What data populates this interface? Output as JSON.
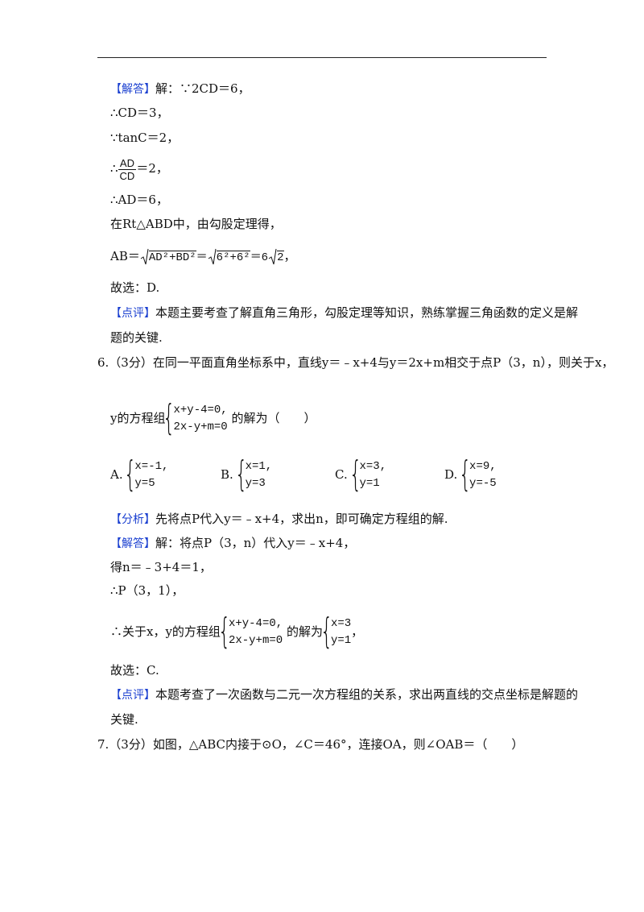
{
  "header": {
    "rule": true
  },
  "q5": {
    "answer_tag": "【解答】",
    "line1": "解：∵2CD＝6，",
    "line2": "∴CD＝3，",
    "line3": "∵tanC＝2，",
    "line4_num": "AD",
    "line4_den": "CD",
    "line4_rest": "＝2，",
    "line5": "∴AD＝6，",
    "line6": "在Rt△ABD中，由勾股定理得，",
    "line7_lhs": "AB＝",
    "line7_expr1": "AD²+BD²",
    "line7_eq": "＝",
    "line7_expr2": "6²+6²",
    "line7_eq2": "＝6",
    "line7_expr3": "2",
    "line7_end": "，",
    "choice": "故选：D.",
    "comment_tag": "【点评】",
    "comment1": "本题主要考查了解直角三角形，勾股定理等知识，熟练掌握三角函数的定义是解",
    "comment2": "题的关键."
  },
  "q6": {
    "stem1": "6.（3分）在同一平面直角坐标系中，直线y＝﹣x+4与y＝2x+m相交于点P（3，n），则关于x，",
    "stem2_pre": "y的方程组",
    "sys_row1": "x+y-4=0,",
    "sys_row2": "2x-y+m=0",
    "stem2_post": "的解为（　　）",
    "options": [
      {
        "label": "A.",
        "row1": "x=-1,",
        "row2": "y=5"
      },
      {
        "label": "B.",
        "row1": "x=1,",
        "row2": "y=3"
      },
      {
        "label": "C.",
        "row1": "x=3,",
        "row2": "y=1"
      },
      {
        "label": "D.",
        "row1": "x=9,",
        "row2": "y=-5"
      }
    ],
    "analysis_tag": "【分析】",
    "analysis": "先将点P代入y＝﹣x+4，求出n，即可确定方程组的解.",
    "answer_tag": "【解答】",
    "answer1": "解：将点P（3，n）代入y＝﹣x+4，",
    "answer2": "得n＝﹣3+4＝1，",
    "answer3": "∴P（3，1），",
    "answer4_pre": "∴关于x，y的方程组",
    "answer4_mid": "的解为",
    "sol_row1": "x=3",
    "sol_row2": "y=1",
    "answer4_end": "，",
    "choice": "故选：C.",
    "comment_tag": "【点评】",
    "comment1": "本题考查了一次函数与二元一次方程组的关系，求出两直线的交点坐标是解题的",
    "comment2": "关键."
  },
  "q7": {
    "stem": "7.（3分）如图，△ABC内接于⊙O，∠C＝46°，连接OA，则∠OAB＝（　　）"
  }
}
